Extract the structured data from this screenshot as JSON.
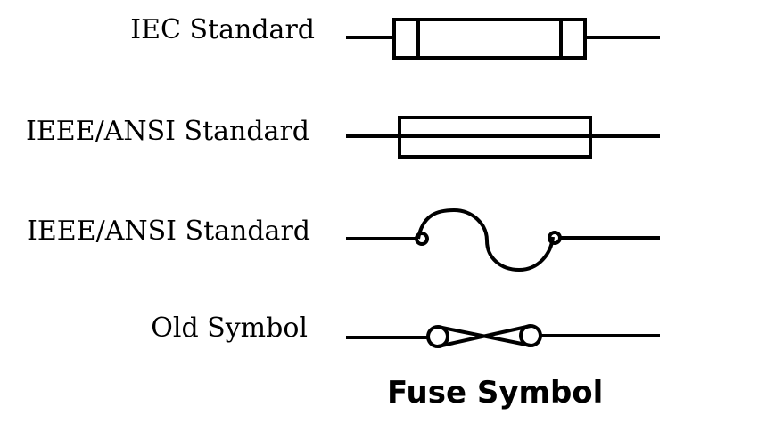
{
  "diagram": {
    "rows": [
      {
        "label": "IEC Standard"
      },
      {
        "label": "IEEE/ANSI Standard"
      },
      {
        "label": "IEEE/ANSI Standard"
      },
      {
        "label": "Old Symbol"
      }
    ],
    "caption": "Fuse Symbol"
  },
  "colors": {
    "stroke": "#000000",
    "background": "#ffffff"
  }
}
